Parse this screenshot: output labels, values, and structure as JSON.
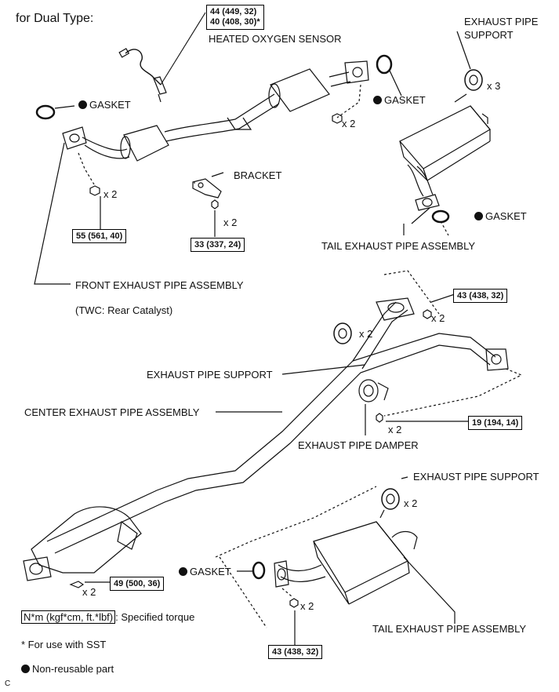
{
  "title": "for Dual Type:",
  "top_section": {
    "sensor_torque": [
      "44 (449, 32)",
      "40 (408, 30)*"
    ],
    "sensor_label": "HEATED OXYGEN SENSOR",
    "gasket_front": "GASKET",
    "gasket_mid": "GASKET",
    "gasket_tail": "GASKET",
    "support_label": [
      "EXHAUST PIPE",
      "SUPPORT"
    ],
    "support_mult": "x 3",
    "nut_mult_mid": "x 2",
    "nut_mult_front": "x 2",
    "bracket_label": "BRACKET",
    "bracket_mult": "x 2",
    "front_torque": "55 (561, 40)",
    "bracket_torque": "33 (337, 24)",
    "tail_label": "TAIL EXHAUST PIPE ASSEMBLY",
    "front_label": "FRONT EXHAUST PIPE ASSEMBLY",
    "front_note": "(TWC: Rear Catalyst)"
  },
  "bottom_section": {
    "flange_torque": "43 (438, 32)",
    "flange_mult": "x 2",
    "support_mult": "x 2",
    "support_label": "EXHAUST PIPE SUPPORT",
    "center_label": "CENTER EXHAUST PIPE ASSEMBLY",
    "damper_bolt_mult": "x 2",
    "damper_torque": "19 (194, 14)",
    "damper_label": "EXHAUST PIPE DAMPER",
    "support2_label": "EXHAUST PIPE SUPPORT",
    "support2_mult": "x 2",
    "front_bolt_torque": "49 (500, 36)",
    "front_bolt_mult": "x 2",
    "gasket": "GASKET",
    "tail_nut_mult": "x 2",
    "tail_label": "TAIL EXHAUST PIPE ASSEMBLY",
    "tail_torque": "43 (438, 32)"
  },
  "legend": {
    "torque_unit": "N*m (kgf*cm, ft.*lbf)",
    "torque_desc": ": Specified torque",
    "sst_note": "* For use with SST",
    "nonreusable": "Non-reusable part"
  },
  "corner_mark": "C"
}
